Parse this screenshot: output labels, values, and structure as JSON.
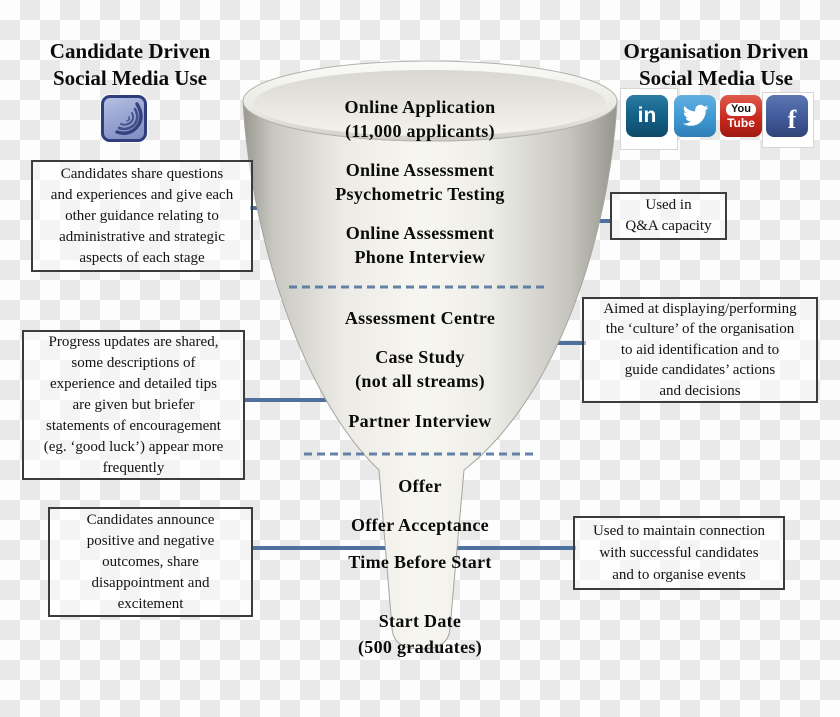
{
  "left_column": {
    "heading_lines": [
      "Candidate Driven",
      "Social Media Use"
    ],
    "icon_name": "wave-swirl-icon",
    "boxes": [
      {
        "lines": [
          "Candidates share questions",
          "and experiences and give each",
          "other guidance relating to",
          "administrative and strategic",
          "aspects of each stage"
        ]
      },
      {
        "lines": [
          "Progress updates are shared,",
          "some descriptions of",
          "experience and detailed tips",
          "are given but briefer",
          "statements of encouragement",
          "(eg. ‘good luck’) appear more",
          "frequently"
        ]
      },
      {
        "lines": [
          "Candidates announce",
          "positive and negative",
          "outcomes, share",
          "disappointment and",
          "excitement"
        ]
      }
    ]
  },
  "right_column": {
    "heading_lines": [
      "Organisation Driven",
      "Social Media Use"
    ],
    "icons": [
      {
        "name": "linkedin",
        "label": "in"
      },
      {
        "name": "twitter"
      },
      {
        "name": "youtube",
        "label_top": "You",
        "label_bottom": "Tube"
      },
      {
        "name": "facebook",
        "label": "f"
      }
    ],
    "boxes": [
      {
        "lines": [
          "Used in",
          "Q&A capacity"
        ]
      },
      {
        "lines": [
          "Aimed at displaying/performing",
          "the ‘culture’ of the organisation",
          "to aid identification and to",
          "guide candidates’ actions",
          "and decisions"
        ]
      },
      {
        "lines": [
          "Used to maintain connection",
          "with successful candidates",
          "and to organise events"
        ]
      }
    ]
  },
  "funnel": {
    "stages": [
      {
        "lines": [
          "Online Application",
          "(11,000 applicants)"
        ]
      },
      {
        "lines": [
          "Online Assessment",
          "Psychometric Testing"
        ]
      },
      {
        "lines": [
          "Online Assessment",
          "Phone Interview"
        ]
      },
      {
        "lines": [
          "Assessment Centre"
        ]
      },
      {
        "lines": [
          "Case Study",
          "(not all streams)"
        ]
      },
      {
        "lines": [
          "Partner Interview"
        ]
      },
      {
        "lines": [
          "Offer"
        ]
      },
      {
        "lines": [
          "Offer Acceptance"
        ]
      },
      {
        "lines": [
          "Time Before Start"
        ]
      },
      {
        "lines": [
          "Start Date",
          "(500 graduates)"
        ]
      }
    ]
  },
  "colors": {
    "connector_line": "#4e719e",
    "dashed_line": "#54779f",
    "box_border": "#3c3c3c",
    "checker_dark": "#e9e9e9",
    "linkedin_blue": "#15638b",
    "twitter_blue": "#3f98d2",
    "youtube_red": "#c5271c",
    "facebook_blue": "#41599b",
    "wave_icon_blue": "#2e3d7e"
  }
}
